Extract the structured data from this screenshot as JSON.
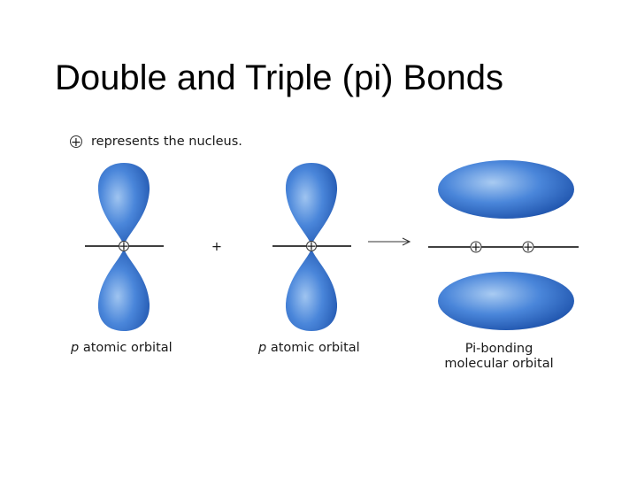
{
  "title": "Double and Triple (pi) Bonds",
  "legend": {
    "symbol": "+",
    "text": "represents the nucleus."
  },
  "orbital_left": {
    "label_italic": "p",
    "label_rest": " atomic orbital",
    "nucleus": "+"
  },
  "plus_sign": "+",
  "orbital_middle": {
    "label_italic": "p",
    "label_rest": " atomic orbital",
    "nucleus": "+"
  },
  "arrow": "⟶",
  "result": {
    "label_line1": "Pi-bonding",
    "label_line2": "molecular orbital",
    "nucleus_left": "+",
    "nucleus_right": "+"
  },
  "colors": {
    "lobe_light": "#9fc4f0",
    "lobe_mid": "#3a78d4",
    "lobe_dark": "#1b4fa8",
    "line": "#000000"
  }
}
